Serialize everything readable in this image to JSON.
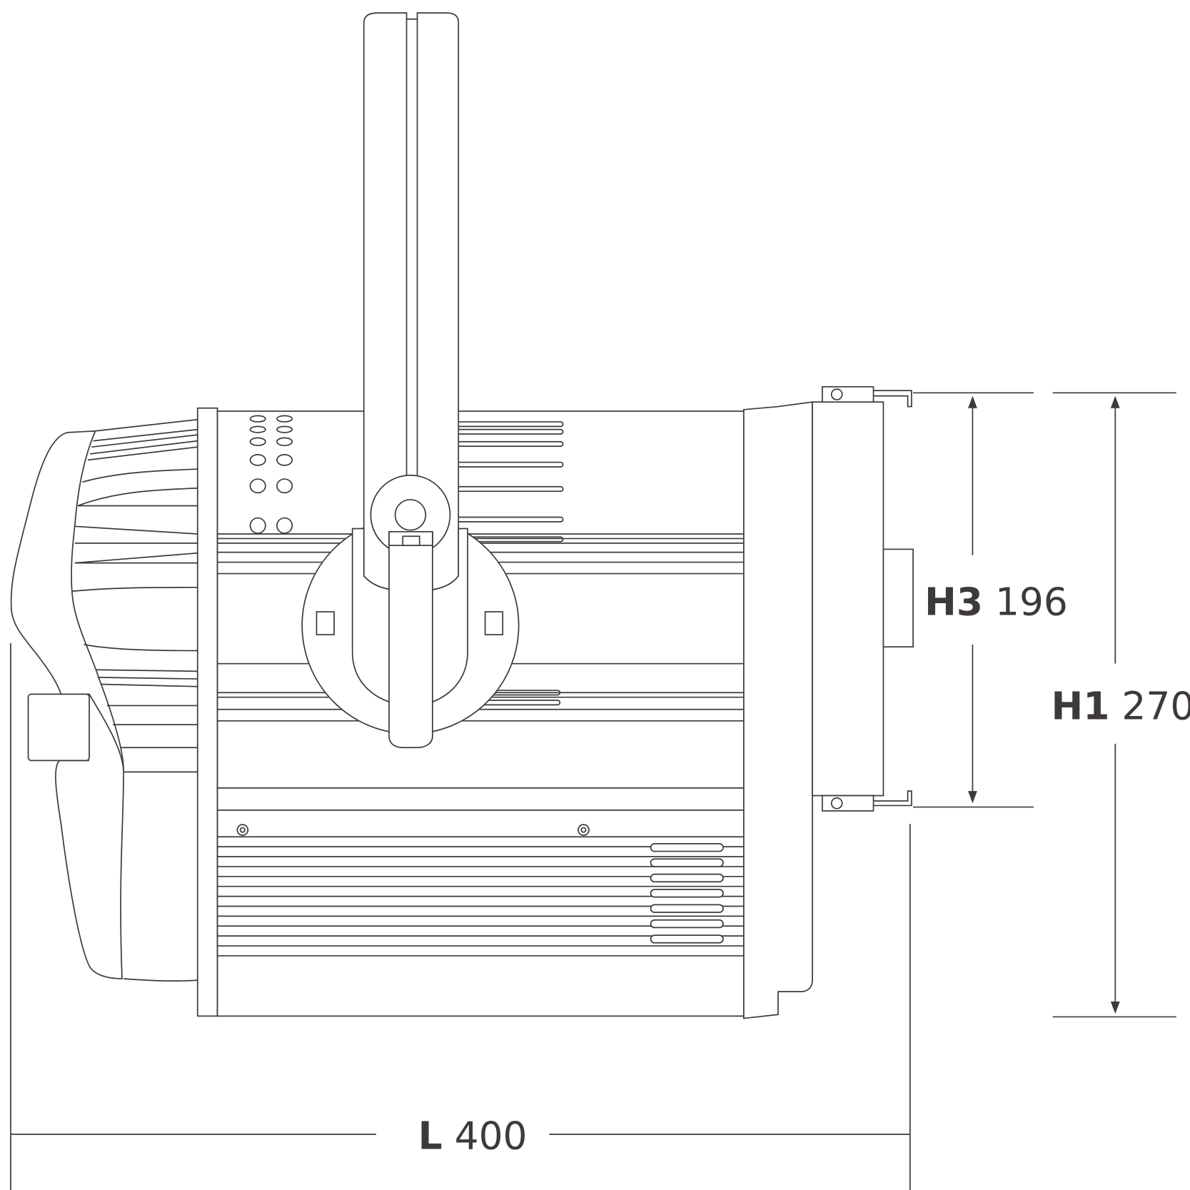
{
  "dimensions": {
    "h3": {
      "label": "H3",
      "value": "196"
    },
    "h1": {
      "label": "H1",
      "value": "270"
    },
    "l": {
      "label": "L",
      "value": "400"
    }
  },
  "colors": {
    "line": "#3d3a39",
    "background": "#ffffff"
  }
}
